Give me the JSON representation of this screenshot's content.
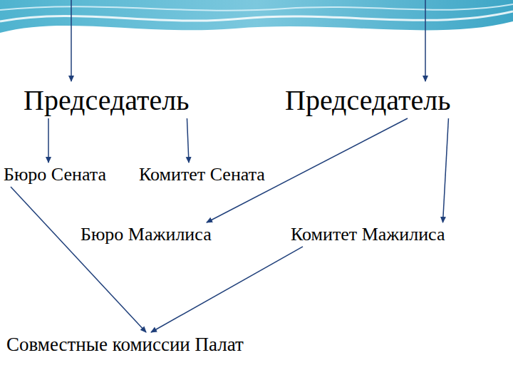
{
  "diagram": {
    "nodes": [
      {
        "text": [
          "Председатель"
        ]
      },
      {
        "text": [
          "Председатель"
        ]
      },
      {
        "text": [
          "Бюро Сената"
        ]
      },
      {
        "text": [
          "Комитет Сената"
        ]
      },
      {
        "text": [
          "Бюро Мажилиса"
        ]
      },
      {
        "text": [
          "Комитет Мажилиса"
        ]
      },
      {
        "text": [
          "Совместные комиссии Палат"
        ]
      }
    ],
    "edges": [
      {
        "from": 0,
        "to": 2,
        "arrow": "to"
      },
      {
        "from": 0,
        "to": 3,
        "arrow": "to"
      },
      {
        "from": 1,
        "to": 4,
        "arrow": "to"
      },
      {
        "from": 1,
        "to": 5,
        "arrow": "to"
      },
      {
        "from": 2,
        "to": 6,
        "arrow": "to"
      },
      {
        "from": 5,
        "to": 6,
        "arrow": "to"
      }
    ]
  }
}
